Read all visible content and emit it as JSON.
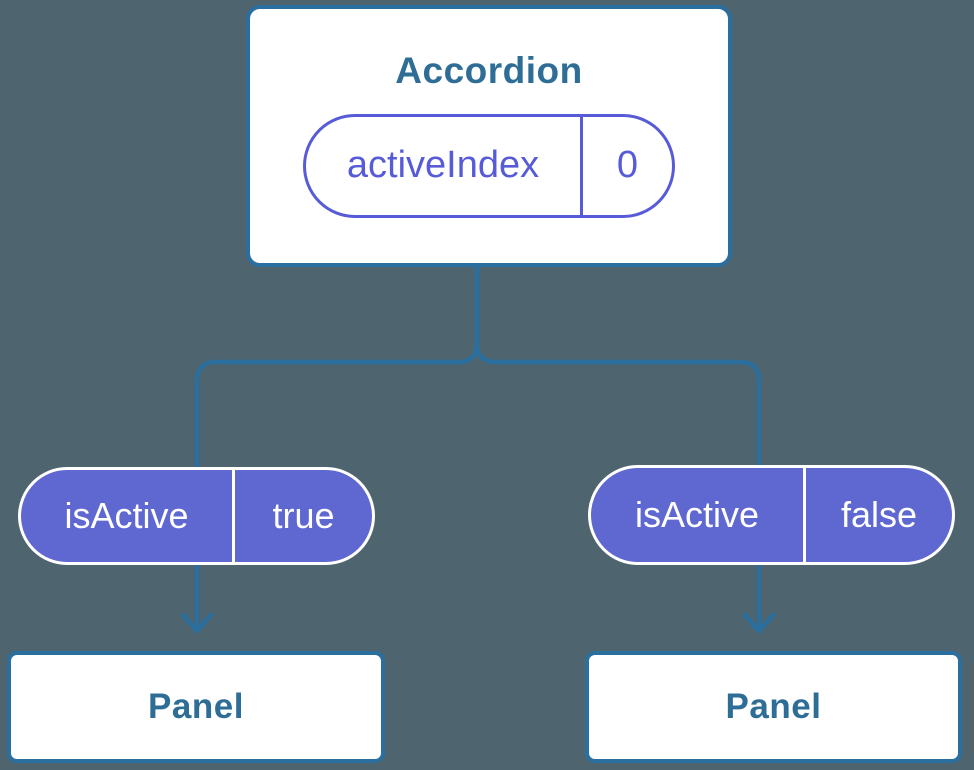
{
  "colors": {
    "background": "#4E646E",
    "connector": "#2B6F9E",
    "card_bg": "#FFFFFF",
    "heading_text": "#2E6D96",
    "state_accent": "#585BD7",
    "prop_pill_bg": "#5F68D1",
    "prop_pill_border": "#FFFFFF",
    "prop_pill_text": "#FFFFFF"
  },
  "diagram": {
    "root": {
      "title": "Accordion",
      "state": {
        "name": "activeIndex",
        "value": "0"
      }
    },
    "children": [
      {
        "prop": {
          "name": "isActive",
          "value": "true"
        },
        "title": "Panel"
      },
      {
        "prop": {
          "name": "isActive",
          "value": "false"
        },
        "title": "Panel"
      }
    ]
  }
}
